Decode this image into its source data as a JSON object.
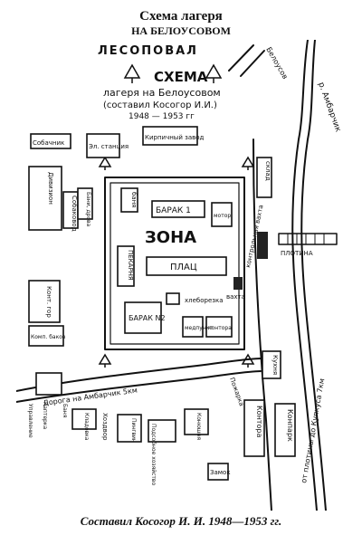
{
  "page": {
    "title": "Схема лагеря",
    "subtitle": "НА БЕЛОУСОВОМ",
    "caption": "Составил Косогор И. И. 1948—1953 гг."
  },
  "map": {
    "forest": "ЛЕСОПОВАЛ",
    "drawing_title_1": "СХЕМА",
    "drawing_title_2": "лагеря на Белоусовом",
    "drawing_title_3": "(составил Косогор И.И.)",
    "drawing_title_4": "1948 — 1953 гг",
    "river_label": "р. Амбарчик",
    "road_belousov": "Белоусов",
    "zone": "ЗОНА",
    "barrack1": "БАРАК 1",
    "barrack2": "БАРАК N2",
    "plac": "ПЛАЦ",
    "pekarnya": "ПЕКАРНЯ",
    "bania": "баня",
    "zone_motor": "мотор",
    "khleborezka": "хлеборезка",
    "medpunkt": "медпункт",
    "kontora_zone": "контора",
    "vakhta": "вахта",
    "kirpich": "Кирпичный завод",
    "elstanciya": "Эл. станция",
    "sobachnik": "Собачник",
    "divizion": "Дивизион",
    "sobakovod": "Собаковод",
    "vanna": "Бани, дрова",
    "kontgor": "Конт. гор",
    "kompbakov": "Комп. баков",
    "sklad": "склад",
    "plotina": "ПЛОТИНА",
    "kontrola": "контрольная вахта",
    "kuhnya": "Кухня",
    "road_ambarchik": "Дорога на Амбарчик 5км",
    "road_kupkus": "от плотины до Купкуса 7км",
    "pozharka": "Пожарка",
    "konpark": "Конпарк",
    "kontarka": "Контора",
    "podsobnoe": "Подсобное хозяйство",
    "pinguin": "Пингвин",
    "khozdvor": "Хоздвор",
    "konyushnya": "Конюшня",
    "zamok": "Замок",
    "olinka": "Кладовка",
    "hanka": "Каптерка",
    "bokov": "Баня",
    "upravlenie": "Управление"
  }
}
